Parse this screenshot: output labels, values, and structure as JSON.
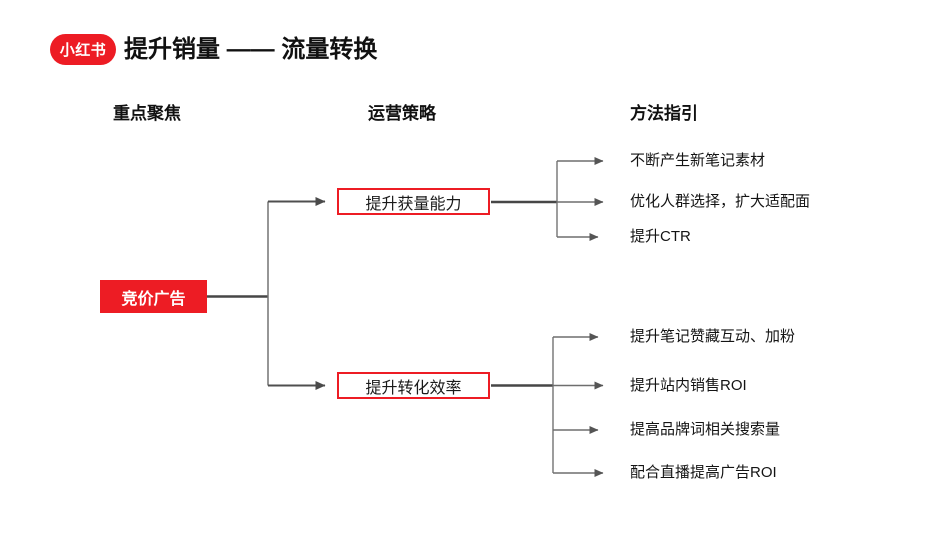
{
  "header": {
    "logo_text": "小红书",
    "title": "提升销量 —— 流量转换"
  },
  "columns": {
    "focus": "重点聚焦",
    "strategy": "运营策略",
    "methods": "方法指引"
  },
  "nodes": {
    "focus": "竞价广告",
    "strategy_acquisition": "提升获量能力",
    "strategy_conversion": "提升转化效率"
  },
  "methods": {
    "acquisition": [
      "不断产生新笔记素材",
      "优化人群选择，扩大适配面",
      "提升CTR"
    ],
    "conversion": [
      "提升笔记赞藏互动、加粉",
      "提升站内销售ROI",
      "提高品牌词相关搜索量",
      "配合直播提高广告ROI"
    ]
  },
  "colors": {
    "brand_red": "#ed1c24",
    "line_dark": "#474747",
    "line_gray": "#737373",
    "text": "#141414"
  }
}
